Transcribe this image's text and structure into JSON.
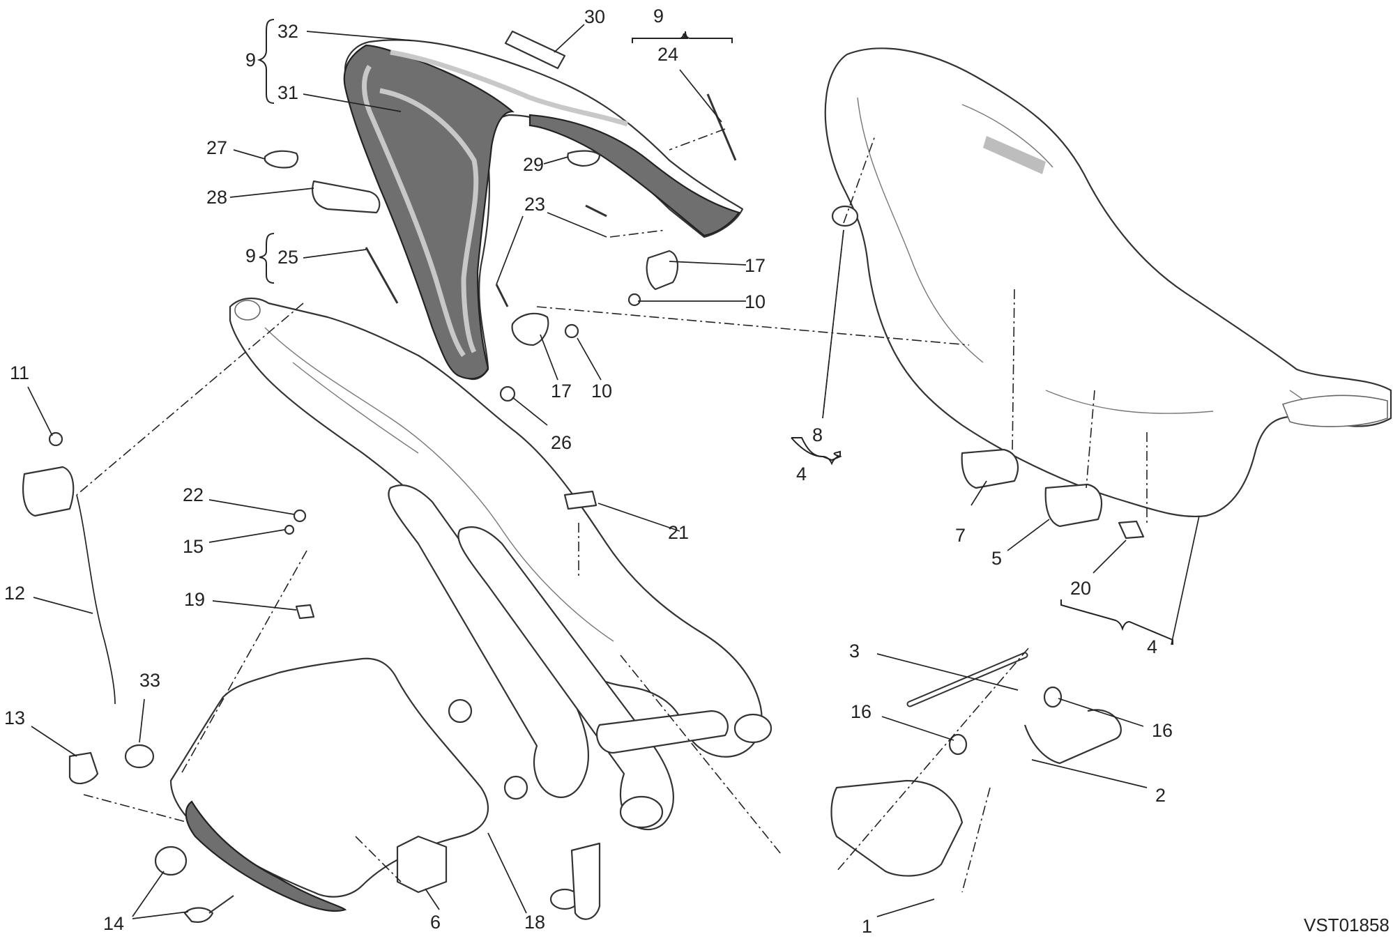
{
  "diagram": {
    "code": "VST01858",
    "labels": {
      "l1": "1",
      "l2": "2",
      "l3": "3",
      "l4a": "4",
      "l4b": "4",
      "l5": "5",
      "l6": "6",
      "l7": "7",
      "l8": "8",
      "l9a": "9",
      "l9b": "9",
      "l9c": "9",
      "l10a": "10",
      "l10b": "10",
      "l11": "11",
      "l12": "12",
      "l13": "13",
      "l14": "14",
      "l15": "15",
      "l16a": "16",
      "l16b": "16",
      "l17a": "17",
      "l17b": "17",
      "l18": "18",
      "l19": "19",
      "l20": "20",
      "l21": "21",
      "l22": "22",
      "l23": "23",
      "l24": "24",
      "l25": "25",
      "l26": "26",
      "l27": "27",
      "l28": "28",
      "l29": "29",
      "l30": "30",
      "l31": "31",
      "l32": "32",
      "l33": "33"
    }
  }
}
